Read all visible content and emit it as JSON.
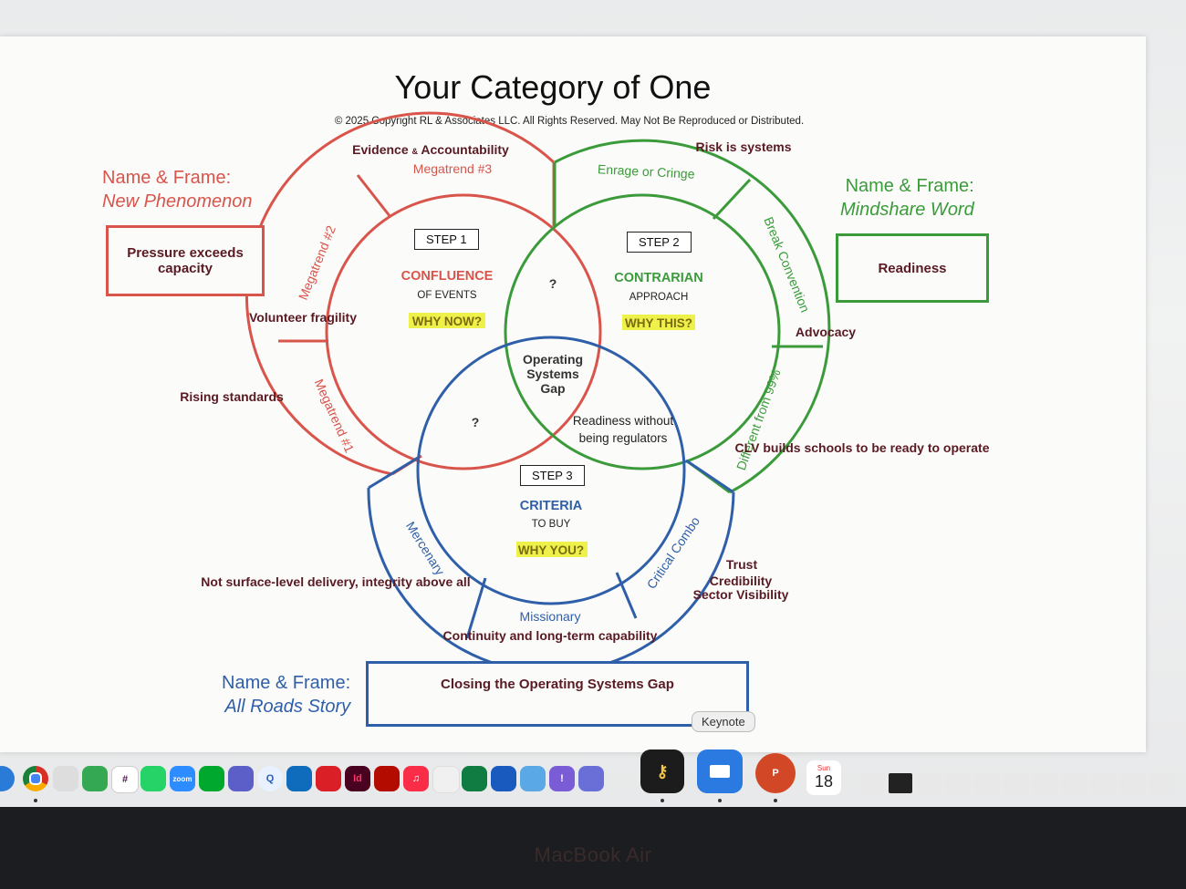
{
  "slide": {
    "title": "Your Category of One",
    "copyright": "© 2025 Copyright RL & Associates LLC. All Rights Reserved. May Not Be Reproduced or Distributed."
  },
  "colors": {
    "red": "#d9544a",
    "green": "#3b9b3a",
    "blue": "#2f5fa8",
    "dark_text": "#5a1a22",
    "highlight": "#eef14a"
  },
  "frames": {
    "left": {
      "label": "Name & Frame:",
      "sub": "New Phenomenon",
      "box": "Pressure exceeds capacity"
    },
    "right": {
      "label": "Name & Frame:",
      "sub": "Mindshare Word",
      "box": "Readiness"
    },
    "bottom": {
      "label": "Name & Frame:",
      "sub": "All Roads Story",
      "box": "Closing the Operating Systems Gap"
    }
  },
  "steps": {
    "s1": {
      "step": "STEP 1",
      "title": "CONFLUENCE",
      "sub": "OF EVENTS",
      "q": "WHY NOW?"
    },
    "s2": {
      "step": "STEP 2",
      "title": "CONTRARIAN",
      "sub": "APPROACH",
      "q": "WHY THIS?"
    },
    "s3": {
      "step": "STEP 3",
      "title": "CRITERIA",
      "sub": "TO BUY",
      "q": "WHY YOU?"
    }
  },
  "center": {
    "gap_line1": "Operating",
    "gap_line2": "Systems",
    "gap_line3": "Gap",
    "q_top": "?",
    "q_left": "?",
    "right_line1": "Readiness without",
    "right_line2": "being regulators"
  },
  "segments": {
    "red_top": "Megatrend #3",
    "red_left": "Megatrend #2",
    "red_bottom": "Megatrend #1",
    "green_top": "Enrage or Cringe",
    "green_right": "Break Convention",
    "green_bottom": "Different from 99%",
    "blue_left": "Mercenary",
    "blue_bottom": "Missionary",
    "blue_right": "Critical Combo"
  },
  "annotations": {
    "evidence_a": "Evidence",
    "evidence_amp": "&",
    "evidence_b": "Accountability",
    "risk": "Risk is systems",
    "volunteer": "Volunteer fragility",
    "rising": "Rising standards",
    "advocacy": "Advocacy",
    "clv": "CLV builds schools to be ready to operate",
    "not_surface": "Not surface-level delivery, integrity above all",
    "trust1": "Trust",
    "trust2": "Credibility",
    "trust3": "Sector Visibility",
    "continuity": "Continuity and long-term capability"
  },
  "dock": {
    "tooltip": "Keynote",
    "calendar_day": "Sun",
    "calendar_date": "18",
    "icons": [
      "safari-icon",
      "chrome-icon",
      "launchpad-icon",
      "numbers-icon",
      "slack-icon",
      "whatsapp-icon",
      "zoom-icon",
      "evernote-icon",
      "teams-icon",
      "quicken-icon",
      "outlook-icon",
      "creative-cloud-icon",
      "indesign-icon",
      "acrobat-icon",
      "music-icon",
      "news-icon",
      "excel-icon",
      "word-icon",
      "finder-icon",
      "feedback-icon",
      "remote-icon"
    ],
    "zoom_label": "zoom",
    "indesign_label": "Id"
  },
  "device": {
    "brand": "MacBook Air"
  }
}
